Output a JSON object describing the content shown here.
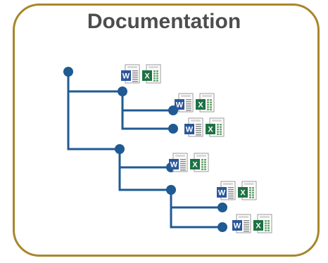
{
  "title": "Documentation",
  "colors": {
    "border": "#a8862a",
    "tree": "#1f5a93",
    "title": "#4d4d4d",
    "word": "#2b579a",
    "excel": "#1e7145"
  },
  "icons": {
    "word": "word-document-icon",
    "excel": "excel-spreadsheet-icon"
  },
  "icon_letters": {
    "word": "W",
    "excel": "X"
  }
}
